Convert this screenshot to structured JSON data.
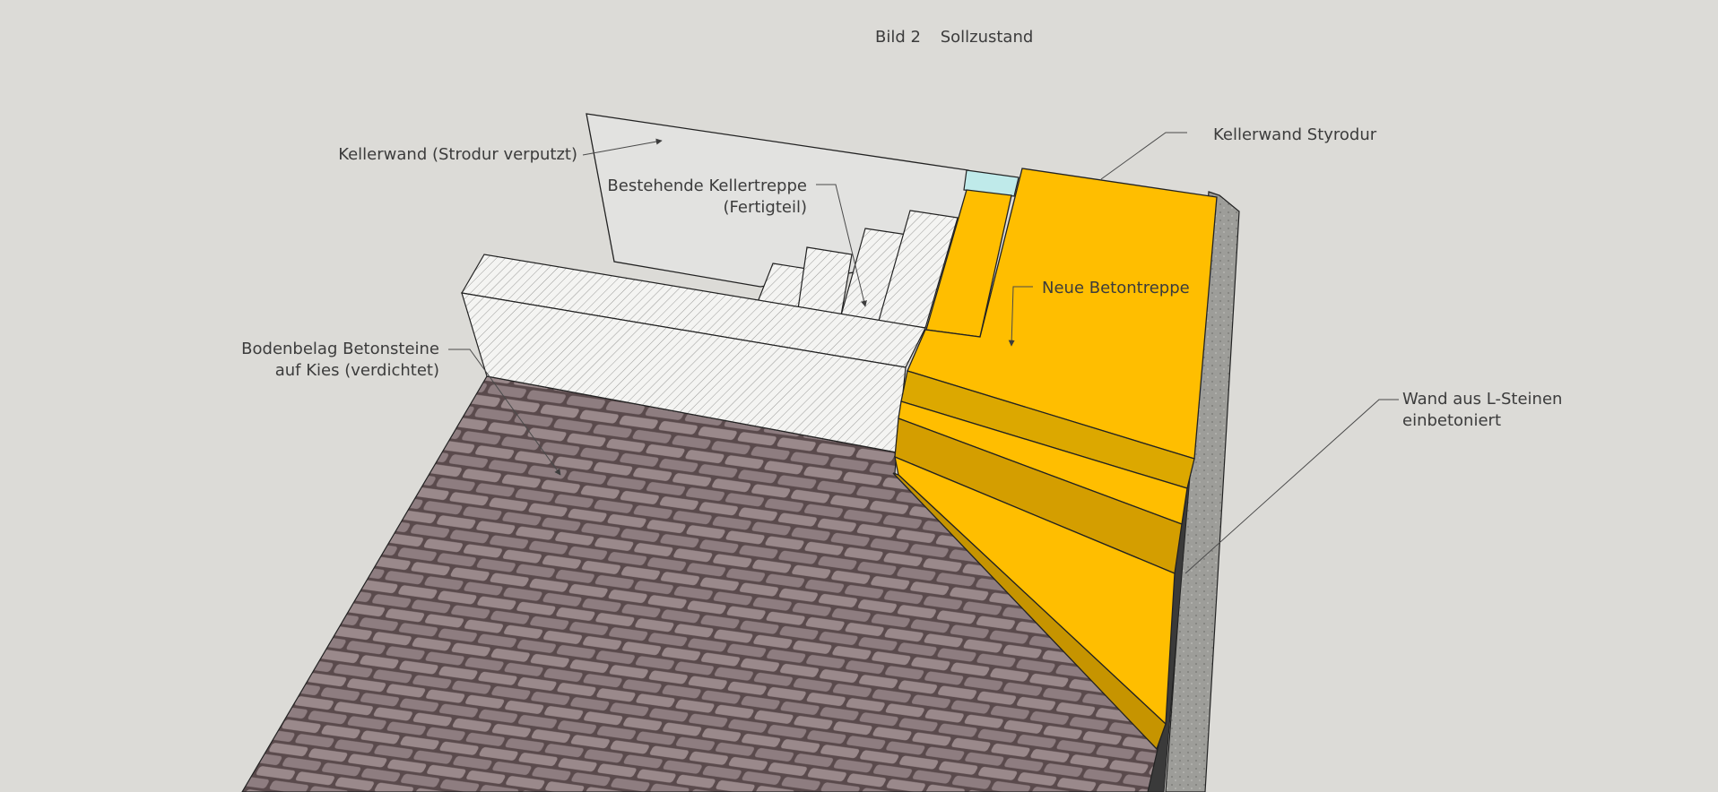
{
  "title": {
    "figure": "Bild 2",
    "caption": "Sollzustand"
  },
  "labels": {
    "kellerwand_strodur": "Kellerwand (Strodur verputzt)",
    "bestehende_treppe_line1": "Bestehende Kellertreppe",
    "bestehende_treppe_line2": "(Fertigteil)",
    "kellerwand_styrodur": "Kellerwand Styrodur",
    "neue_betontreppe": "Neue Betontreppe",
    "bodenbelag_line1": "Bodenbelag Betonsteine",
    "bodenbelag_line2": "auf Kies (verdichtet)",
    "wand_l_steine_line1": "Wand aus L-Steinen",
    "wand_l_steine_line2": "einbetoniert"
  },
  "colors": {
    "background": "#dcdbd7",
    "new_stair": "#ffbe00",
    "new_stair_riser": "#dba200",
    "insulation_cyan": "#bfeaea",
    "basement_wall": "#e2e2e0",
    "pavers": "#8a7a7c",
    "l_stone_wall": "#9b9b97"
  }
}
